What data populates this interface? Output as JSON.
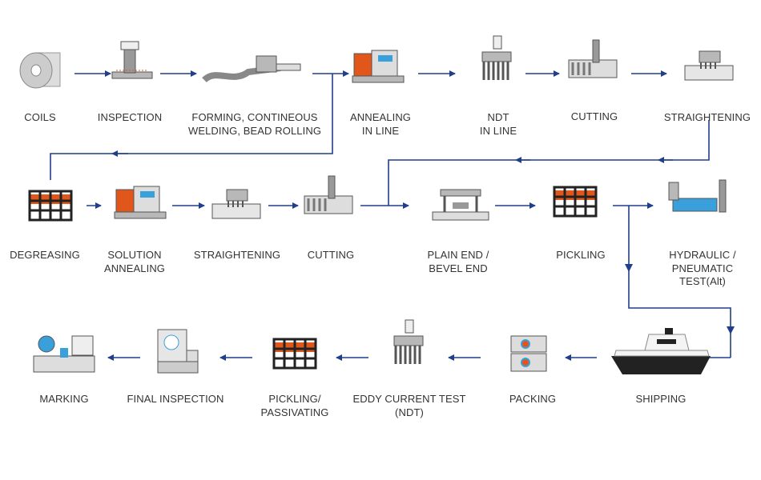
{
  "colors": {
    "arrow": "#1f3f8a",
    "icon_gray": "#b8b8b8",
    "accent_orange": "#e0561b",
    "accent_blue": "#3aa0dc",
    "text": "#333333"
  },
  "steps": [
    {
      "id": "coils",
      "lines": [
        "COILS"
      ],
      "icon": "coil-icon"
    },
    {
      "id": "inspection-1",
      "lines": [
        "INSPECTION"
      ],
      "icon": "inspection-machine-icon"
    },
    {
      "id": "forming",
      "lines": [
        "FORMING, CONTINEOUS",
        "WELDING, BEAD ROLLING"
      ],
      "icon": "forming-line-icon"
    },
    {
      "id": "annealing-in-line",
      "lines": [
        "ANNEALING",
        "IN LINE"
      ],
      "icon": "annealing-furnace-icon"
    },
    {
      "id": "ndt-in-line",
      "lines": [
        "NDT",
        "IN LINE"
      ],
      "icon": "ndt-probe-icon"
    },
    {
      "id": "cutting-1",
      "lines": [
        "CUTTING"
      ],
      "icon": "cutting-machine-icon"
    },
    {
      "id": "straightening-1",
      "lines": [
        "STRAIGHTENING"
      ],
      "icon": "straightening-machine-icon"
    },
    {
      "id": "degreasing",
      "lines": [
        "DEGREASING"
      ],
      "icon": "tank-icon"
    },
    {
      "id": "solution-annealing",
      "lines": [
        "SOLUTION",
        "ANNEALING"
      ],
      "icon": "annealing-furnace-icon"
    },
    {
      "id": "straightening-2",
      "lines": [
        "STRAIGHTENING"
      ],
      "icon": "straightening-machine-icon"
    },
    {
      "id": "cutting-2",
      "lines": [
        "CUTTING"
      ],
      "icon": "cutting-machine-icon"
    },
    {
      "id": "plain-bevel-end",
      "lines": [
        "PLAIN END /",
        "BEVEL END"
      ],
      "icon": "press-icon"
    },
    {
      "id": "pickling",
      "lines": [
        "PICKLING"
      ],
      "icon": "tank-icon"
    },
    {
      "id": "hydraulic-test",
      "lines": [
        "HYDRAULIC /",
        "PNEUMATIC",
        "TEST(Alt)"
      ],
      "icon": "test-bath-icon"
    },
    {
      "id": "shipping",
      "lines": [
        "SHIPPING"
      ],
      "icon": "ship-icon"
    },
    {
      "id": "packing",
      "lines": [
        "PACKING"
      ],
      "icon": "crate-icon"
    },
    {
      "id": "eddy-current",
      "lines": [
        "EDDY CURRENT TEST",
        "(NDT)"
      ],
      "icon": "ndt-probe-icon"
    },
    {
      "id": "pickling-passivating",
      "lines": [
        "PICKLING/",
        "PASSIVATING"
      ],
      "icon": "tank-icon"
    },
    {
      "id": "final-inspection",
      "lines": [
        "FINAL INSPECTION"
      ],
      "icon": "inspection-console-icon"
    },
    {
      "id": "marking",
      "lines": [
        "MARKING"
      ],
      "icon": "marking-machine-icon"
    }
  ]
}
